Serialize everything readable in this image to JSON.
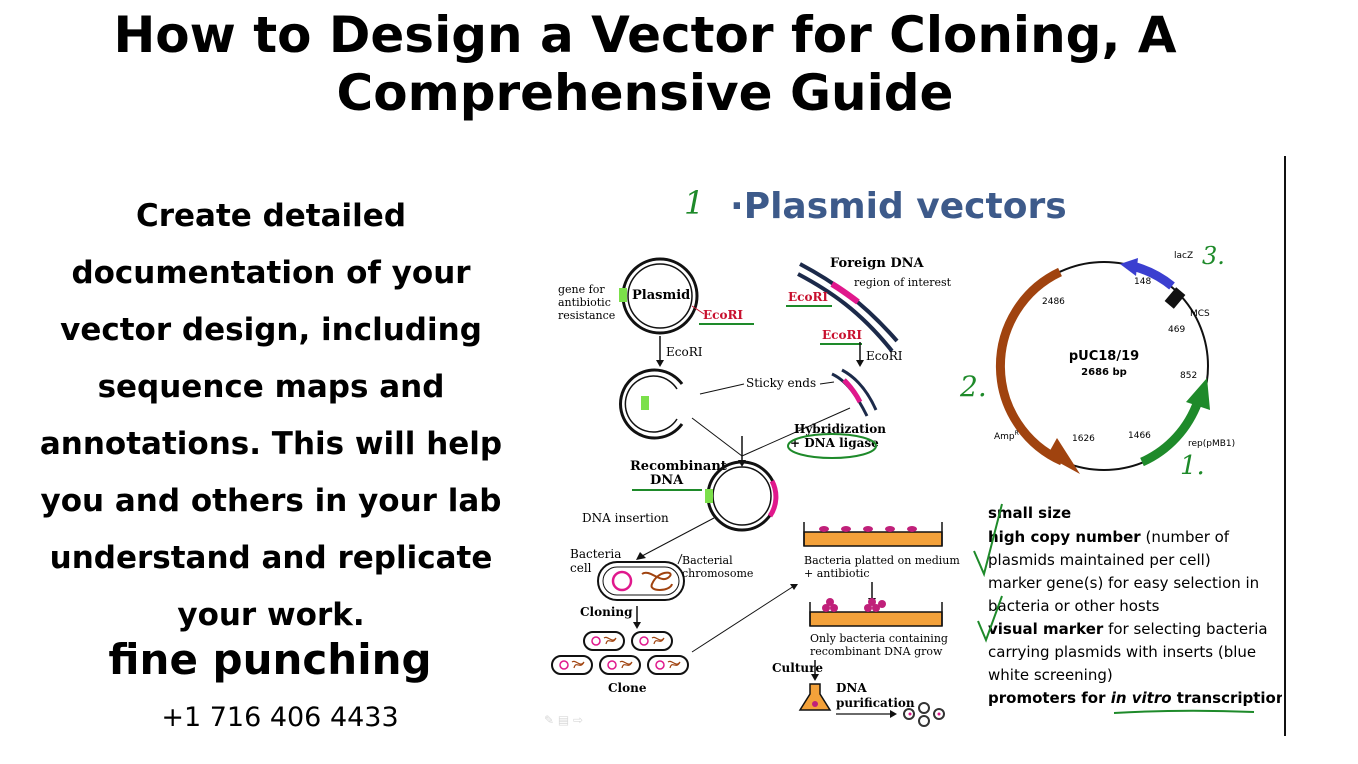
{
  "title": {
    "line1": "How to Design a Vector for Cloning, A",
    "line2": "Comprehensive Guide"
  },
  "description": {
    "lines": [
      "Create detailed",
      "documentation of your",
      "vector design, including",
      "sequence maps and",
      "annotations. This will help",
      "you and others in your lab",
      "understand and replicate",
      "your work."
    ]
  },
  "brand": "fine punching",
  "phone": "+1 716 406 4433",
  "figure": {
    "handwritten_number_1": "1",
    "heading": "Plasmid vectors",
    "cloning_diagram": {
      "plasmid_label": "Plasmid",
      "gene_label": [
        "gene for",
        "antibiotic",
        "resistance"
      ],
      "ecori_on_plasmid": "EcoRI",
      "foreign_dna_label": "Foreign DNA",
      "region_label": "region of interest",
      "ecori_foreign_1": "EcoRI",
      "ecori_foreign_2": "EcoRI",
      "ecori_arrow_left": "EcoRI",
      "ecori_arrow_right": "EcoRI",
      "sticky_ends": "Sticky ends",
      "hybridization": "Hybridization",
      "dna_ligase": "+ DNA ligase",
      "recombinant_1": "Recombinant",
      "recombinant_2": "DNA",
      "dna_insertion": "DNA insertion",
      "bacteria_cell": [
        "Bacteria",
        "cell"
      ],
      "bacterial_chromosome": [
        "Bacterial",
        "chromosome"
      ],
      "cloning": "Cloning",
      "clone": "Clone",
      "plated": [
        "Bacteria platted on medium",
        "+ antibiotic"
      ],
      "only_bacteria": [
        "Only bacteria containing",
        "recombinant DNA grow"
      ],
      "culture": "Culture",
      "dna_purification": [
        "DNA",
        "purification"
      ]
    },
    "puc_map": {
      "name": "pUC18/19",
      "size": "2686 bp",
      "lacz": "lacZ",
      "mcs": "MCS",
      "amp": "Amp",
      "amp_sup": "R",
      "rep": "rep(pMB1)",
      "positions": [
        "148",
        "2486",
        "469",
        "852",
        "1626",
        "1466"
      ],
      "handwritten": [
        "3.",
        "2.",
        "1."
      ]
    },
    "features": {
      "f1": "small size",
      "f2_bold": "high copy number",
      "f2_rest": " (number of",
      "f3": "plasmids maintained per cell)",
      "f4": "marker gene(s) for easy selection in",
      "f5": "bacteria or other hosts",
      "f6_bold": "visual marker",
      "f6_rest": " for selecting bacteria",
      "f7": "carrying plasmids with inserts (blue",
      "f8": "white screening)",
      "f9_bold": "promoters for ",
      "f9_italic": "in vitro",
      "f9_bold2": " transcription"
    },
    "colors": {
      "heading": "#3d5a8a",
      "green": "#1e8a2a",
      "red": "#c8102e",
      "magenta": "#e0188c",
      "brown": "#a0430f",
      "blue": "#3b3fd0",
      "navy": "#1c2a4a",
      "orange": "#f3a13a"
    }
  }
}
